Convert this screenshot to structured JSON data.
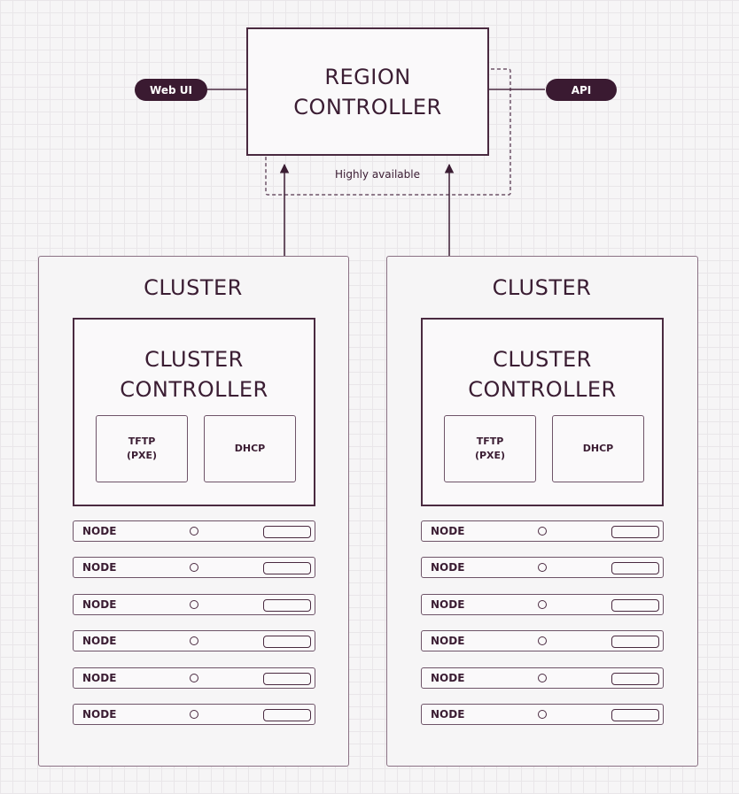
{
  "region": {
    "title_line1": "REGION",
    "title_line2": "CONTROLLER"
  },
  "web_ui_label": "Web UI",
  "api_label": "API",
  "ha_label": "Highly available",
  "clusters": [
    {
      "title": "CLUSTER",
      "controller_line1": "CLUSTER",
      "controller_line2": "CONTROLLER",
      "tftp_line1": "TFTP",
      "tftp_line2": "(PXE)",
      "dhcp": "DHCP",
      "nodes": [
        "NODE",
        "NODE",
        "NODE",
        "NODE",
        "NODE",
        "NODE"
      ]
    },
    {
      "title": "CLUSTER",
      "controller_line1": "CLUSTER",
      "controller_line2": "CONTROLLER",
      "tftp_line1": "TFTP",
      "tftp_line2": "(PXE)",
      "dhcp": "DHCP",
      "nodes": [
        "NODE",
        "NODE",
        "NODE",
        "NODE",
        "NODE",
        "NODE"
      ]
    }
  ],
  "colors": {
    "ink": "#3b1d33",
    "pill": "#3a1a31",
    "background": "#f6f5f6"
  }
}
